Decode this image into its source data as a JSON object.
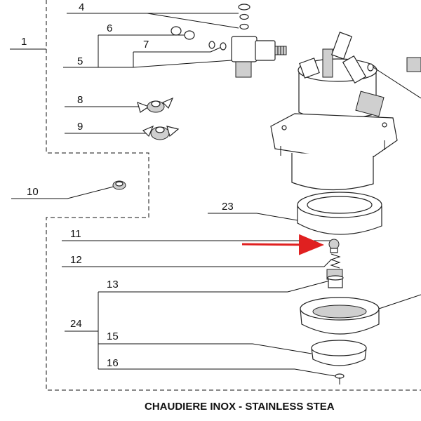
{
  "callouts": {
    "c1": "1",
    "c4": "4",
    "c5": "5",
    "c6": "6",
    "c7": "7",
    "c8": "8",
    "c9": "9",
    "c10": "10",
    "c11": "11",
    "c12": "12",
    "c13": "13",
    "c15": "15",
    "c16": "16",
    "c23": "23",
    "c24": "24"
  },
  "caption": "CHAUDIERE INOX - STAINLESS STEA",
  "colors": {
    "highlight_arrow": "#e02020",
    "line": "#111111"
  }
}
